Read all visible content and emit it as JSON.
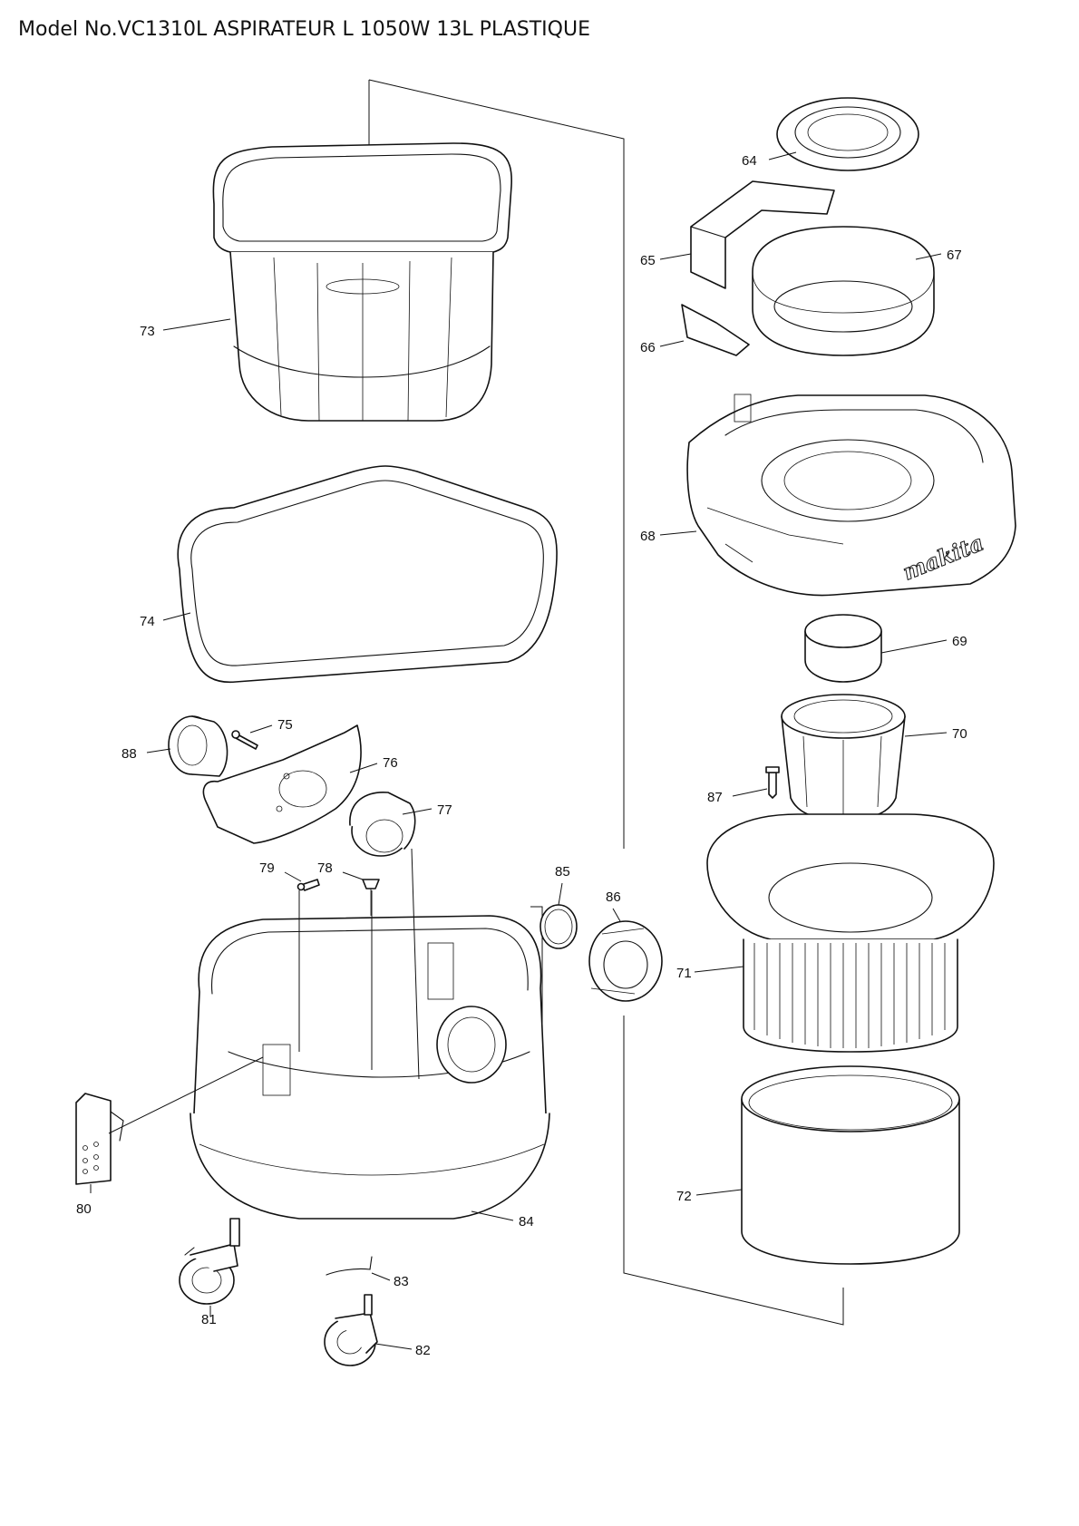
{
  "title": "Model No.VC1310L ASPIRATEUR L 1050W 13L PLASTIQUE",
  "brand_logo_text": "makita",
  "parts": [
    {
      "id": "64",
      "label": "64"
    },
    {
      "id": "65",
      "label": "65"
    },
    {
      "id": "66",
      "label": "66"
    },
    {
      "id": "67",
      "label": "67"
    },
    {
      "id": "68",
      "label": "68"
    },
    {
      "id": "69",
      "label": "69"
    },
    {
      "id": "70",
      "label": "70"
    },
    {
      "id": "71",
      "label": "71"
    },
    {
      "id": "72",
      "label": "72"
    },
    {
      "id": "73",
      "label": "73"
    },
    {
      "id": "74",
      "label": "74"
    },
    {
      "id": "75",
      "label": "75"
    },
    {
      "id": "76",
      "label": "76"
    },
    {
      "id": "77",
      "label": "77"
    },
    {
      "id": "78",
      "label": "78"
    },
    {
      "id": "79",
      "label": "79"
    },
    {
      "id": "80",
      "label": "80"
    },
    {
      "id": "81",
      "label": "81"
    },
    {
      "id": "82",
      "label": "82"
    },
    {
      "id": "83",
      "label": "83"
    },
    {
      "id": "84",
      "label": "84"
    },
    {
      "id": "85",
      "label": "85"
    },
    {
      "id": "86",
      "label": "86"
    },
    {
      "id": "87",
      "label": "87"
    },
    {
      "id": "88",
      "label": "88"
    }
  ]
}
